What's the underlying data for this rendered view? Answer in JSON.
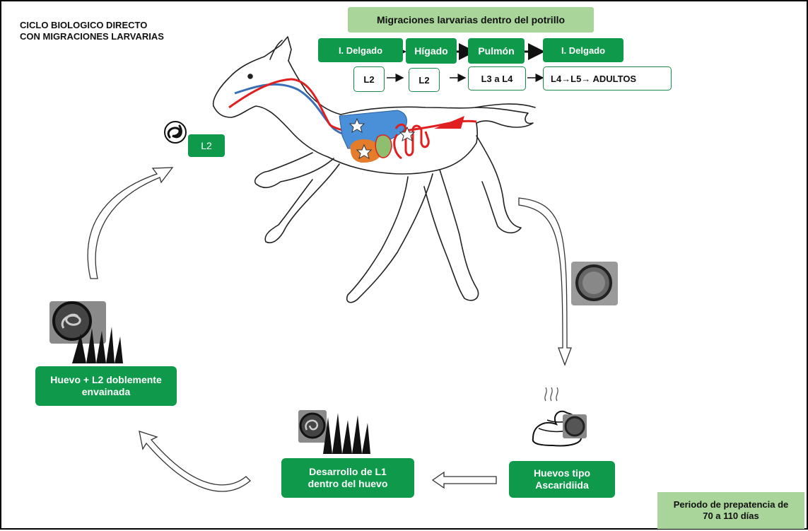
{
  "title": "CICLO BIOLOGICO DIRECTO\nCON MIGRACIONES LARVARIAS",
  "migration": {
    "header": "Migraciones larvarias dentro del potrillo",
    "organs": [
      "I. Delgado",
      "Hígado",
      "Pulmón",
      "I. Delgado"
    ],
    "stages": [
      "L2",
      "L2",
      "L3 a L4",
      "L4→L5→ ADULTOS"
    ]
  },
  "cycle": {
    "l2_label": "L2",
    "egg_type": "Huevos tipo\nAscaridiida",
    "development": "Desarrollo de L1\ndentro del huevo",
    "egg_l2": "Huevo + L2 doblemente\nenvainada"
  },
  "prepatency": "Periodo de prepatencia de\n70 a 110 días",
  "colors": {
    "green": "#0e9a4a",
    "light_green": "#a9d59a",
    "liver_blue": "#4a90d9",
    "artery_red": "#e02020"
  }
}
